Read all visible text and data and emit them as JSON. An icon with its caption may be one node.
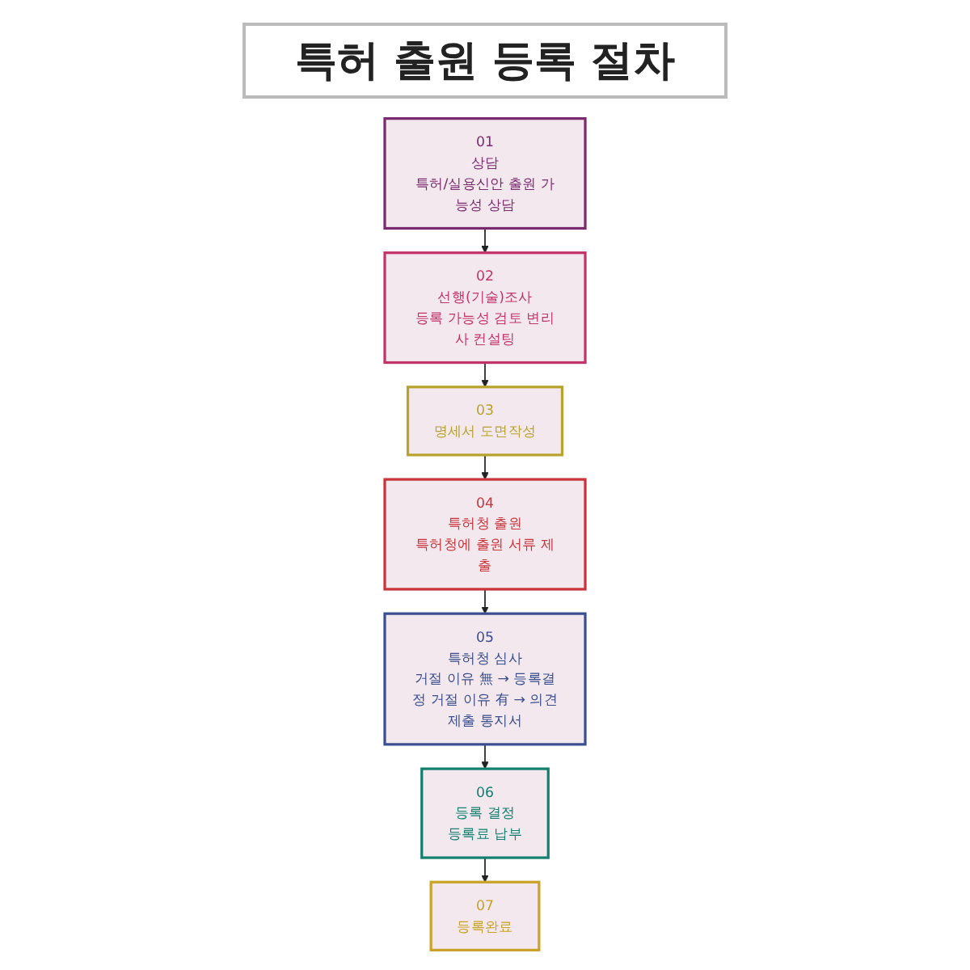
{
  "diagram": {
    "title": "특허 출원 등록 절차",
    "nodes": [
      {
        "text": [
          "01",
          "상담",
          "특허/실용신안 출원 가능성 상담"
        ]
      },
      {
        "text": [
          "02",
          "선행(기술)조사",
          "등록 가능성 검토 변리사 컨설팅"
        ]
      },
      {
        "text": [
          "03",
          "명세서 도면작성"
        ]
      },
      {
        "text": [
          "04",
          "특허청 출원",
          "특허청에 출원 서류 제출"
        ]
      },
      {
        "text": [
          "05",
          "특허청 심사",
          "거절 이유 無 → 등록결정 거절 이유 有 → 의견제출 통지서"
        ]
      },
      {
        "text": [
          "06",
          "등록 결정",
          "등록료 납부"
        ]
      },
      {
        "text": [
          "07",
          "등록완료"
        ]
      }
    ],
    "edges": [
      {
        "from": 0,
        "to": 1,
        "arrow": "to"
      },
      {
        "from": 1,
        "to": 2,
        "arrow": "to"
      },
      {
        "from": 2,
        "to": 3,
        "arrow": "to"
      },
      {
        "from": 3,
        "to": 4,
        "arrow": "to"
      },
      {
        "from": 4,
        "to": 5,
        "arrow": "to"
      },
      {
        "from": 5,
        "to": 6,
        "arrow": "to"
      }
    ]
  }
}
